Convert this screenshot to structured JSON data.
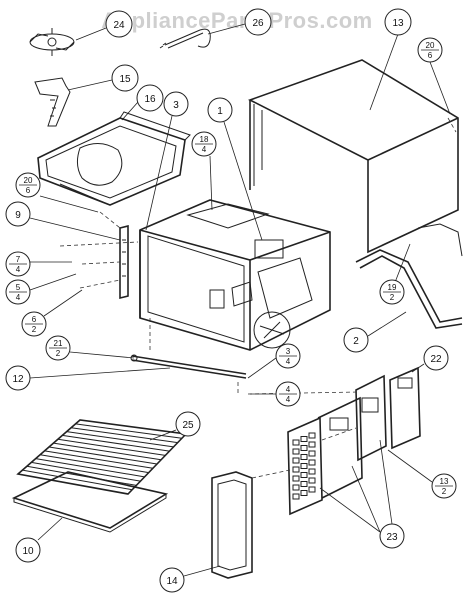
{
  "watermark": "AppliancePartsPros.com",
  "callouts": {
    "c24": "24",
    "c26": "26",
    "c13": "13",
    "c15": "15",
    "c16": "16",
    "c3": "3",
    "c1": "1",
    "c18": [
      "18",
      "4"
    ],
    "c20a": [
      "20",
      "6"
    ],
    "c20b": [
      "20",
      "6"
    ],
    "c9": "9",
    "c7": [
      "7",
      "4"
    ],
    "c5": [
      "5",
      "4"
    ],
    "c6": [
      "6",
      "2"
    ],
    "c21": [
      "21",
      "2"
    ],
    "c12": "12",
    "c19": [
      "19",
      "2"
    ],
    "c2": "2",
    "c3b": [
      "3",
      "4"
    ],
    "c4": [
      "4",
      "4"
    ],
    "c22": "22",
    "c25": "25",
    "c13b": [
      "13",
      "2"
    ],
    "c23": "23",
    "c10": "10",
    "c14": "14"
  }
}
